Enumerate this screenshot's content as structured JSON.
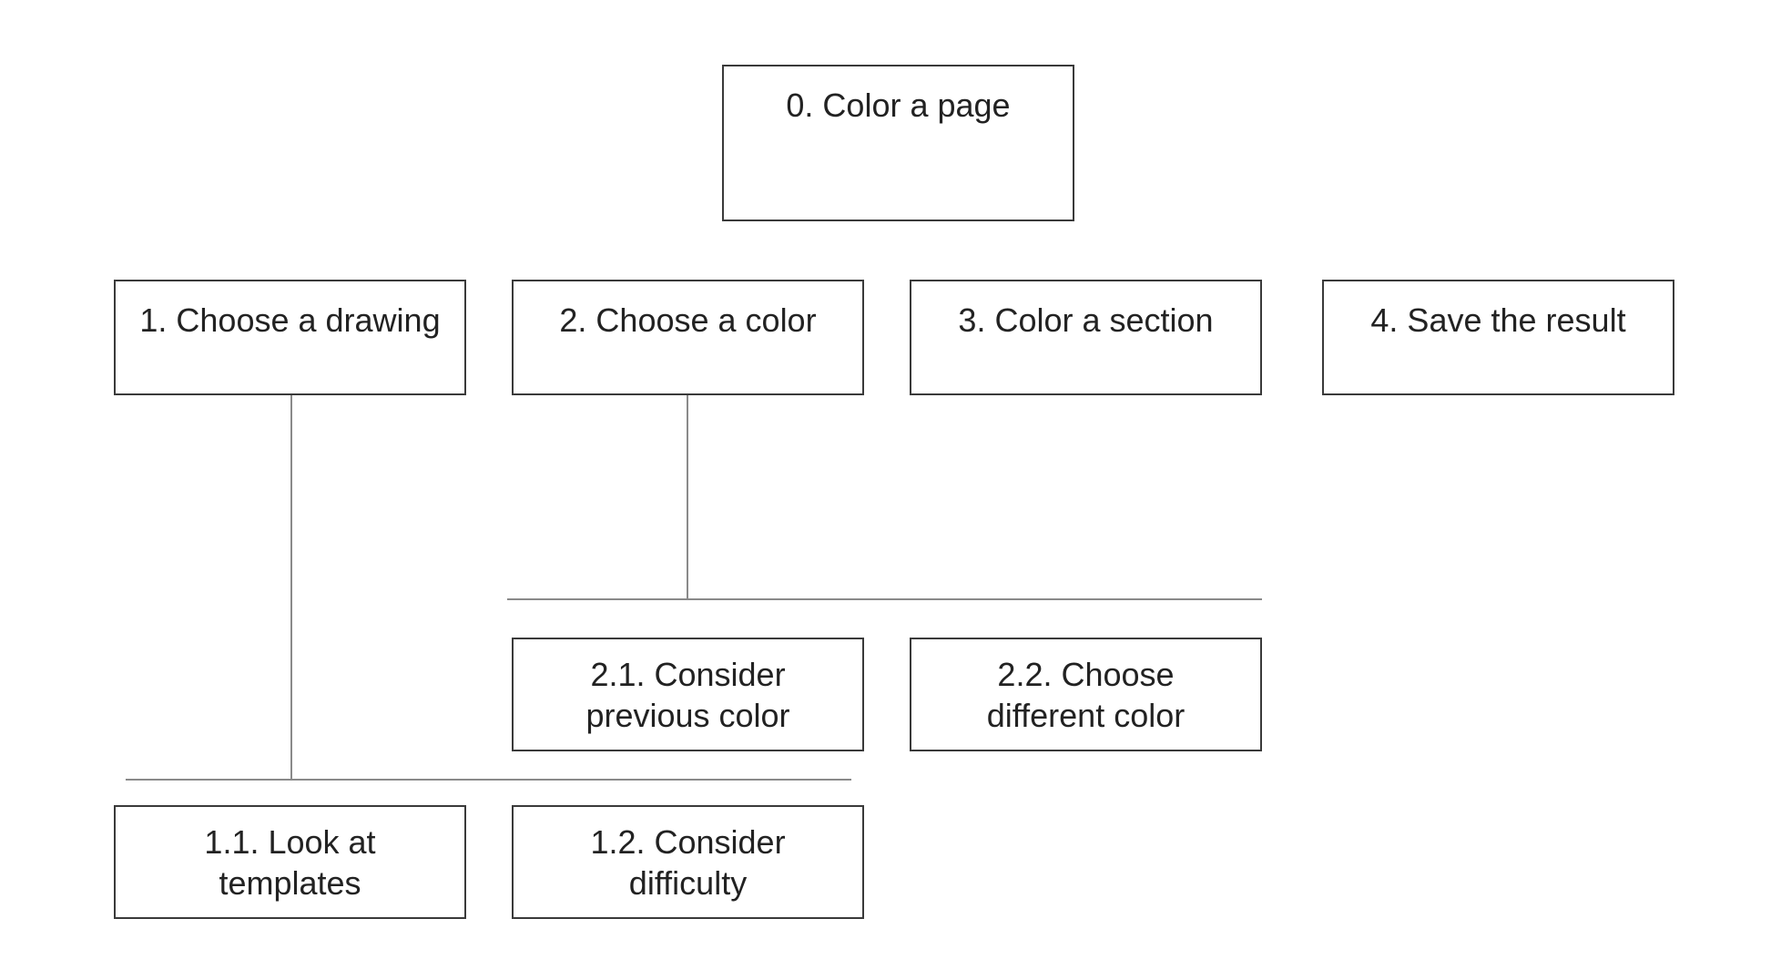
{
  "diagram": {
    "nodes": {
      "root": "0. Color a page",
      "n1": "1. Choose a drawing",
      "n2": "2. Choose a color",
      "n3": "3. Color a section",
      "n4": "4. Save the result",
      "n2_1": "2.1. Consider\nprevious color",
      "n2_2": "2.2. Choose\ndifferent color",
      "n1_1": "1.1. Look at\ntemplates",
      "n1_2": "1.2. Consider\ndifficulty"
    },
    "colors": {
      "box_border": "#3a3a3a",
      "connector": "#8a8a8a",
      "text": "#222222",
      "background": "#ffffff"
    }
  }
}
